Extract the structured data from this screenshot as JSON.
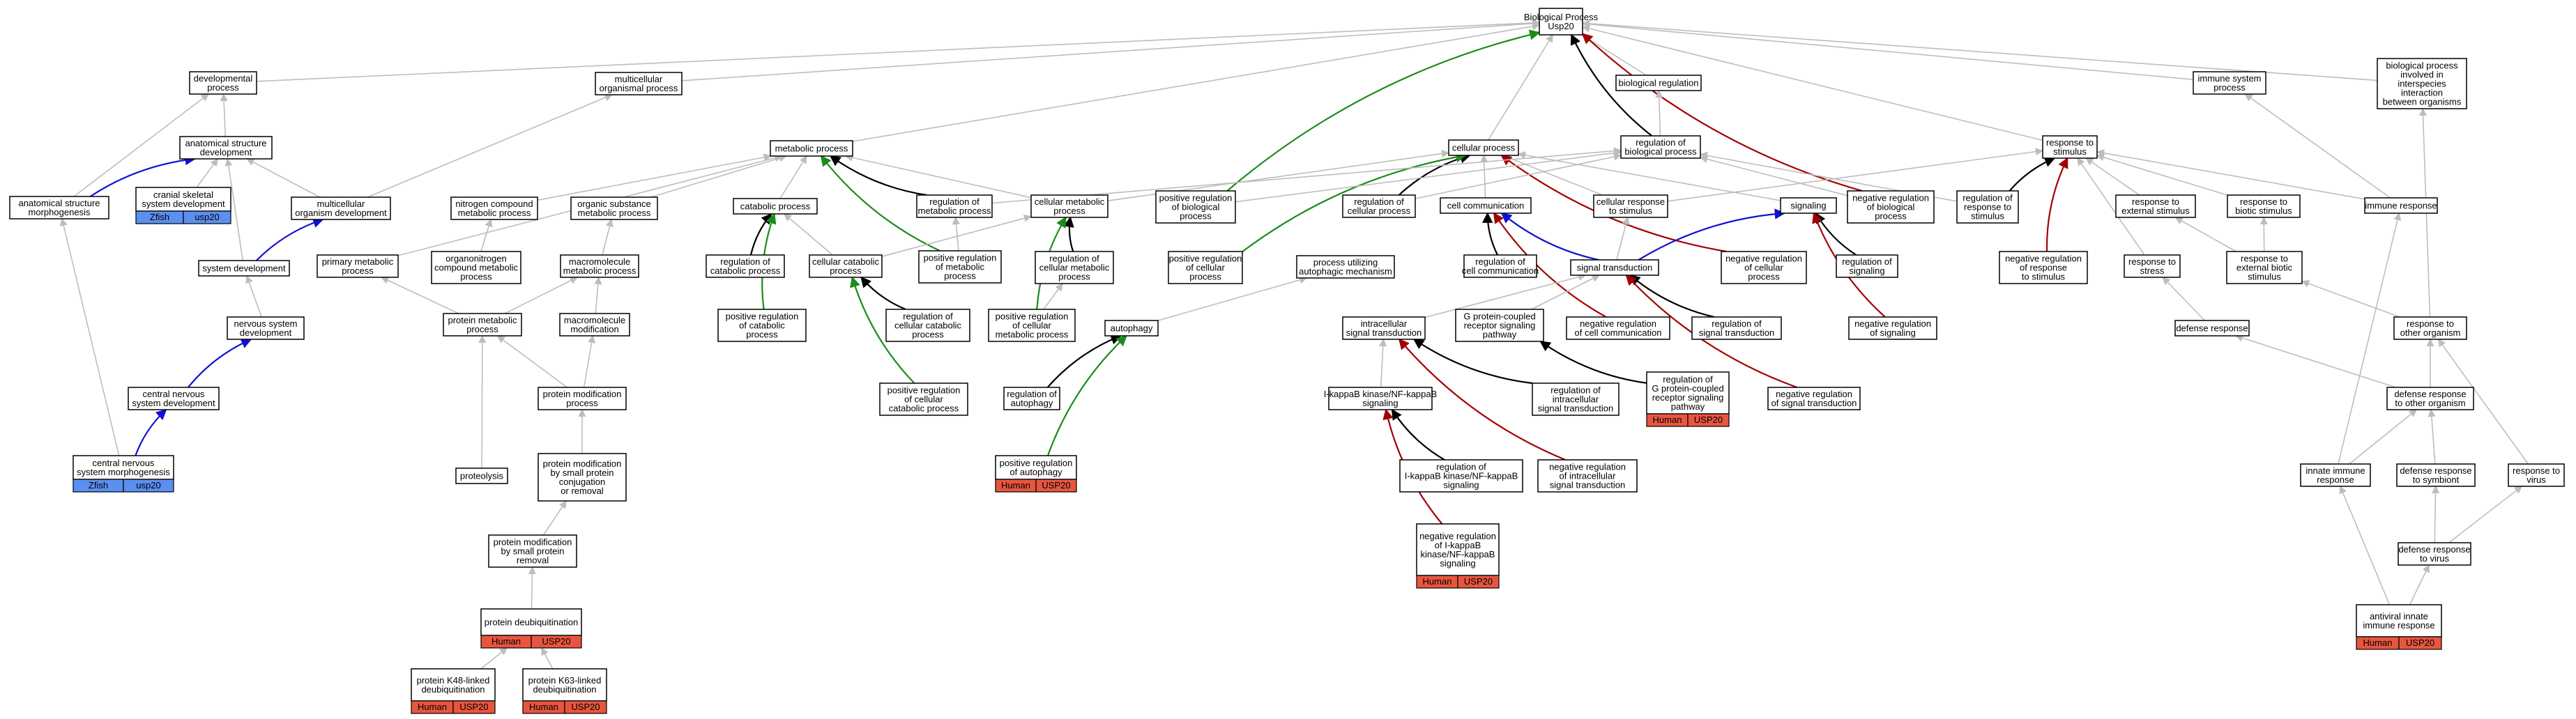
{
  "graph": {
    "root": "Biological Process",
    "root_gene": "Usp20",
    "colors": {
      "is_a_edge": "#bdbdbd",
      "regulates_edge": "#000000",
      "positively_regulates_edge": "#1a8c1a",
      "negatively_regulates_edge": "#a40000",
      "part_of_edge": "#1010d0",
      "human_annotation": "#e8553f",
      "zfish_annotation": "#5b8ff0"
    },
    "nodes": [
      {
        "id": "bp",
        "label": "Biological Process\nUsp20"
      },
      {
        "id": "dev",
        "label": "developmental\nprocess"
      },
      {
        "id": "mop",
        "label": "multicellular\norganismal process"
      },
      {
        "id": "breg",
        "label": "biological regulation"
      },
      {
        "id": "isp",
        "label": "immune system\nprocess"
      },
      {
        "id": "bpi",
        "label": "biological process\ninvolved in\ninterspecies\ninteraction\nbetween organisms"
      },
      {
        "id": "asd",
        "label": "anatomical structure\ndevelopment"
      },
      {
        "id": "metp",
        "label": "metabolic process"
      },
      {
        "id": "cellp",
        "label": "cellular process"
      },
      {
        "id": "rbp",
        "label": "regulation of\nbiological process"
      },
      {
        "id": "rts",
        "label": "response to\nstimulus"
      },
      {
        "id": "asm",
        "label": "anatomical structure\nmorphogenesis"
      },
      {
        "id": "csd",
        "label": "cranial skeletal\nsystem development"
      },
      {
        "id": "mod",
        "label": "multicellular\norganism development"
      },
      {
        "id": "ncmp",
        "label": "nitrogen compound\nmetabolic process"
      },
      {
        "id": "osmp",
        "label": "organic substance\nmetabolic process"
      },
      {
        "id": "catp",
        "label": "catabolic process"
      },
      {
        "id": "rmp",
        "label": "regulation of\nmetabolic process"
      },
      {
        "id": "cmp",
        "label": "cellular metabolic\nprocess"
      },
      {
        "id": "prbp",
        "label": "positive regulation\nof biological\nprocess"
      },
      {
        "id": "rcp",
        "label": "regulation of\ncellular process"
      },
      {
        "id": "ccom",
        "label": "cell communication"
      },
      {
        "id": "crs",
        "label": "cellular response\nto stimulus"
      },
      {
        "id": "sig",
        "label": "signaling"
      },
      {
        "id": "nrbp",
        "label": "negative regulation\nof biological\nprocess"
      },
      {
        "id": "rrs",
        "label": "regulation of\nresponse to\nstimulus"
      },
      {
        "id": "rtes",
        "label": "response to\nexternal stimulus"
      },
      {
        "id": "rtbs",
        "label": "response to\nbiotic stimulus"
      },
      {
        "id": "imr",
        "label": "immune response"
      },
      {
        "id": "sysd",
        "label": "system development"
      },
      {
        "id": "pmp",
        "label": "primary metabolic\nprocess"
      },
      {
        "id": "oncmp",
        "label": "organonitrogen\ncompound metabolic\nprocess"
      },
      {
        "id": "mmp",
        "label": "macromolecule\nmetabolic process"
      },
      {
        "id": "rcatp",
        "label": "regulation of\ncatabolic process"
      },
      {
        "id": "ccatp",
        "label": "cellular catabolic\nprocess"
      },
      {
        "id": "prmp",
        "label": "positive regulation\nof metabolic\nprocess"
      },
      {
        "id": "rcmp",
        "label": "regulation of\ncellular metabolic\nprocess"
      },
      {
        "id": "prcp",
        "label": "positive regulation\nof cellular\nprocess"
      },
      {
        "id": "puam",
        "label": "process utilizing\nautophagic mechanism"
      },
      {
        "id": "rcc",
        "label": "regulation of\ncell communication"
      },
      {
        "id": "st",
        "label": "signal transduction"
      },
      {
        "id": "nrcp",
        "label": "negative regulation\nof cellular\nprocess"
      },
      {
        "id": "rsig",
        "label": "regulation of\nsignaling"
      },
      {
        "id": "nrrs",
        "label": "negative regulation\nof response\nto stimulus"
      },
      {
        "id": "rtstress",
        "label": "response to\nstress"
      },
      {
        "id": "rebs",
        "label": "response to\nexternal biotic\nstimulus"
      },
      {
        "id": "nsd",
        "label": "nervous system\ndevelopment"
      },
      {
        "id": "protmp",
        "label": "protein metabolic\nprocess"
      },
      {
        "id": "mmod",
        "label": "macromolecule\nmodification"
      },
      {
        "id": "prcatp",
        "label": "positive regulation\nof catabolic\nprocess"
      },
      {
        "id": "rccatp",
        "label": "regulation of\ncellular catabolic\nprocess"
      },
      {
        "id": "prcmp",
        "label": "positive regulation\nof cellular\nmetabolic process"
      },
      {
        "id": "autoph",
        "label": "autophagy"
      },
      {
        "id": "gpcr",
        "label": "G protein-coupled\nreceptor signaling\npathway"
      },
      {
        "id": "nrcc",
        "label": "negative regulation\nof cell communication"
      },
      {
        "id": "rst",
        "label": "regulation of\nsignal transduction"
      },
      {
        "id": "nrsig",
        "label": "negative regulation\nof signaling"
      },
      {
        "id": "defr",
        "label": "defense response"
      },
      {
        "id": "rtoo",
        "label": "response to\nother organism"
      },
      {
        "id": "ist",
        "label": "intracellular\nsignal transduction"
      },
      {
        "id": "cnsd",
        "label": "central nervous\nsystem development"
      },
      {
        "id": "pmod",
        "label": "protein modification\nprocess"
      },
      {
        "id": "prccatp",
        "label": "positive regulation\nof cellular\ncatabolic process"
      },
      {
        "id": "raut",
        "label": "regulation of\nautophagy"
      },
      {
        "id": "ikb",
        "label": "I-kappaB kinase/NF-kappaB\nsignaling"
      },
      {
        "id": "rist",
        "label": "regulation of\nintracellular\nsignal transduction"
      },
      {
        "id": "rgpcr",
        "label": "regulation of\nG protein-coupled\nreceptor signaling\npathway"
      },
      {
        "id": "nrst",
        "label": "negative regulation\nof signal transduction"
      },
      {
        "id": "drts",
        "label": "defense response\nto other organism"
      },
      {
        "id": "cnsm",
        "label": "central nervous\nsystem morphogenesis"
      },
      {
        "id": "pmsp",
        "label": "protein modification\nby small protein\nconjugation\nor removal"
      },
      {
        "id": "praut",
        "label": "positive regulation\nof autophagy"
      },
      {
        "id": "proteo",
        "label": "proteolysis"
      },
      {
        "id": "rikb",
        "label": "regulation of\nI-kappaB kinase/NF-kappaB\nsignaling"
      },
      {
        "id": "nrist",
        "label": "negative regulation\nof intracellular\nsignal transduction"
      },
      {
        "id": "iir",
        "label": "innate immune\nresponse"
      },
      {
        "id": "drsym",
        "label": "defense response\nto symbiont"
      },
      {
        "id": "rtv",
        "label": "response to\nvirus"
      },
      {
        "id": "pmspr",
        "label": "protein modification\nby small protein\nremoval"
      },
      {
        "id": "nrikb",
        "label": "negative regulation\nof I-kappaB\nkinase/NF-kappaB\nsignaling"
      },
      {
        "id": "drv",
        "label": "defense response\nto virus"
      },
      {
        "id": "pdeub",
        "label": "protein deubiquitination"
      },
      {
        "id": "aiir",
        "label": "antiviral innate\nimmune response"
      },
      {
        "id": "k48",
        "label": "protein K48-linked\ndeubiquitination"
      },
      {
        "id": "k63",
        "label": "protein K63-linked\ndeubiquitination"
      }
    ],
    "annotations": [
      {
        "node": "csd",
        "species": "Zfish",
        "gene": "usp20",
        "type": "zfish"
      },
      {
        "node": "cnsm",
        "species": "Zfish",
        "gene": "usp20",
        "type": "zfish"
      },
      {
        "node": "praut",
        "species": "Human",
        "gene": "USP20",
        "type": "human"
      },
      {
        "node": "rgpcr",
        "species": "Human",
        "gene": "USP20",
        "type": "human"
      },
      {
        "node": "nrikb",
        "species": "Human",
        "gene": "USP20",
        "type": "human"
      },
      {
        "node": "pdeub",
        "species": "Human",
        "gene": "USP20",
        "type": "human"
      },
      {
        "node": "k48",
        "species": "Human",
        "gene": "USP20",
        "type": "human"
      },
      {
        "node": "k63",
        "species": "Human",
        "gene": "USP20",
        "type": "human"
      },
      {
        "node": "aiir",
        "species": "Human",
        "gene": "USP20",
        "type": "human"
      }
    ],
    "edges": [
      {
        "from": "dev",
        "to": "bp",
        "type": "is_a"
      },
      {
        "from": "mop",
        "to": "bp",
        "type": "is_a"
      },
      {
        "from": "breg",
        "to": "bp",
        "type": "is_a"
      },
      {
        "from": "isp",
        "to": "bp",
        "type": "is_a"
      },
      {
        "from": "bpi",
        "to": "bp",
        "type": "is_a"
      },
      {
        "from": "cellp",
        "to": "bp",
        "type": "is_a"
      },
      {
        "from": "rts",
        "to": "bp",
        "type": "is_a"
      },
      {
        "from": "metp",
        "to": "bp",
        "type": "is_a"
      },
      {
        "from": "rbp",
        "to": "bp",
        "type": "regulates"
      },
      {
        "from": "nrbp",
        "to": "bp",
        "type": "negatively_regulates"
      },
      {
        "from": "prbp",
        "to": "bp",
        "type": "positively_regulates"
      },
      {
        "from": "rbp",
        "to": "breg",
        "type": "is_a"
      },
      {
        "from": "asd",
        "to": "dev",
        "type": "is_a"
      },
      {
        "from": "asm",
        "to": "dev",
        "type": "is_a"
      },
      {
        "from": "mod",
        "to": "mop",
        "type": "is_a"
      },
      {
        "from": "mod",
        "to": "asd",
        "type": "is_a"
      },
      {
        "from": "asm",
        "to": "asd",
        "type": "part_of"
      },
      {
        "from": "csd",
        "to": "asd",
        "type": "is_a"
      },
      {
        "from": "sysd",
        "to": "asd",
        "type": "is_a"
      },
      {
        "from": "sysd",
        "to": "mod",
        "type": "part_of"
      },
      {
        "from": "nsd",
        "to": "sysd",
        "type": "is_a"
      },
      {
        "from": "cnsd",
        "to": "nsd",
        "type": "part_of"
      },
      {
        "from": "cnsm",
        "to": "cnsd",
        "type": "part_of"
      },
      {
        "from": "cnsm",
        "to": "asm",
        "type": "is_a"
      },
      {
        "from": "ncmp",
        "to": "metp",
        "type": "is_a"
      },
      {
        "from": "osmp",
        "to": "metp",
        "type": "is_a"
      },
      {
        "from": "catp",
        "to": "metp",
        "type": "is_a"
      },
      {
        "from": "rmp",
        "to": "metp",
        "type": "regulates"
      },
      {
        "from": "prmp",
        "to": "metp",
        "type": "positively_regulates"
      },
      {
        "from": "cmp",
        "to": "metp",
        "type": "is_a"
      },
      {
        "from": "cmp",
        "to": "cellp",
        "type": "is_a"
      },
      {
        "from": "rcp",
        "to": "cellp",
        "type": "regulates"
      },
      {
        "from": "ccom",
        "to": "cellp",
        "type": "is_a"
      },
      {
        "from": "crs",
        "to": "cellp",
        "type": "is_a"
      },
      {
        "from": "prcp",
        "to": "cellp",
        "type": "positively_regulates"
      },
      {
        "from": "nrcp",
        "to": "cellp",
        "type": "negatively_regulates"
      },
      {
        "from": "sig",
        "to": "cellp",
        "type": "is_a"
      },
      {
        "from": "rcp",
        "to": "rbp",
        "type": "is_a"
      },
      {
        "from": "rmp",
        "to": "rbp",
        "type": "is_a"
      },
      {
        "from": "prbp",
        "to": "rbp",
        "type": "is_a"
      },
      {
        "from": "nrbp",
        "to": "rbp",
        "type": "is_a"
      },
      {
        "from": "rrs",
        "to": "rbp",
        "type": "is_a"
      },
      {
        "from": "rrs",
        "to": "rts",
        "type": "regulates"
      },
      {
        "from": "nrrs",
        "to": "rts",
        "type": "negatively_regulates"
      },
      {
        "from": "rtes",
        "to": "rts",
        "type": "is_a"
      },
      {
        "from": "rtbs",
        "to": "rts",
        "type": "is_a"
      },
      {
        "from": "rtstress",
        "to": "rts",
        "type": "is_a"
      },
      {
        "from": "crs",
        "to": "rts",
        "type": "is_a"
      },
      {
        "from": "imr",
        "to": "isp",
        "type": "is_a"
      },
      {
        "from": "rtoo",
        "to": "bpi",
        "type": "is_a"
      },
      {
        "from": "pmp",
        "to": "metp",
        "type": "is_a"
      },
      {
        "from": "oncmp",
        "to": "ncmp",
        "type": "is_a"
      },
      {
        "from": "mmp",
        "to": "osmp",
        "type": "is_a"
      },
      {
        "from": "rcatp",
        "to": "catp",
        "type": "regulates"
      },
      {
        "from": "prcatp",
        "to": "catp",
        "type": "positively_regulates"
      },
      {
        "from": "ccatp",
        "to": "catp",
        "type": "is_a"
      },
      {
        "from": "prmp",
        "to": "rmp",
        "type": "is_a"
      },
      {
        "from": "rcmp",
        "to": "cmp",
        "type": "regulates"
      },
      {
        "from": "prcmp",
        "to": "cmp",
        "type": "positively_regulates"
      },
      {
        "from": "st",
        "to": "ccom",
        "type": "part_of"
      },
      {
        "from": "rcc",
        "to": "ccom",
        "type": "regulates"
      },
      {
        "from": "nrcc",
        "to": "ccom",
        "type": "negatively_regulates"
      },
      {
        "from": "st",
        "to": "crs",
        "type": "is_a"
      },
      {
        "from": "st",
        "to": "sig",
        "type": "part_of"
      },
      {
        "from": "rsig",
        "to": "sig",
        "type": "regulates"
      },
      {
        "from": "nrsig",
        "to": "sig",
        "type": "negatively_regulates"
      },
      {
        "from": "imr",
        "to": "rts",
        "type": "is_a"
      },
      {
        "from": "rebs",
        "to": "rtbs",
        "type": "is_a"
      },
      {
        "from": "rebs",
        "to": "rtes",
        "type": "is_a"
      },
      {
        "from": "defr",
        "to": "rtstress",
        "type": "is_a"
      },
      {
        "from": "rtoo",
        "to": "rebs",
        "type": "is_a"
      },
      {
        "from": "protmp",
        "to": "pmp",
        "type": "is_a"
      },
      {
        "from": "protmp",
        "to": "mmp",
        "type": "is_a"
      },
      {
        "from": "mmod",
        "to": "mmp",
        "type": "is_a"
      },
      {
        "from": "ccatp",
        "to": "cmp",
        "type": "is_a"
      },
      {
        "from": "rccatp",
        "to": "ccatp",
        "type": "regulates"
      },
      {
        "from": "prccatp",
        "to": "ccatp",
        "type": "positively_regulates"
      },
      {
        "from": "prcmp",
        "to": "rcmp",
        "type": "is_a"
      },
      {
        "from": "autoph",
        "to": "puam",
        "type": "is_a"
      },
      {
        "from": "raut",
        "to": "autoph",
        "type": "regulates"
      },
      {
        "from": "praut",
        "to": "autoph",
        "type": "positively_regulates"
      },
      {
        "from": "gpcr",
        "to": "st",
        "type": "is_a"
      },
      {
        "from": "ist",
        "to": "st",
        "type": "is_a"
      },
      {
        "from": "rst",
        "to": "st",
        "type": "regulates"
      },
      {
        "from": "nrst",
        "to": "st",
        "type": "negatively_regulates"
      },
      {
        "from": "rgpcr",
        "to": "gpcr",
        "type": "regulates"
      },
      {
        "from": "rist",
        "to": "ist",
        "type": "regulates"
      },
      {
        "from": "nrist",
        "to": "ist",
        "type": "negatively_regulates"
      },
      {
        "from": "rikb",
        "to": "ikb",
        "type": "regulates"
      },
      {
        "from": "nrikb",
        "to": "ikb",
        "type": "negatively_regulates"
      },
      {
        "from": "ikb",
        "to": "ist",
        "type": "is_a"
      },
      {
        "from": "pmod",
        "to": "protmp",
        "type": "is_a"
      },
      {
        "from": "pmod",
        "to": "mmod",
        "type": "is_a"
      },
      {
        "from": "pmsp",
        "to": "pmod",
        "type": "is_a"
      },
      {
        "from": "pmspr",
        "to": "pmsp",
        "type": "is_a"
      },
      {
        "from": "pdeub",
        "to": "pmspr",
        "type": "is_a"
      },
      {
        "from": "k48",
        "to": "pdeub",
        "type": "is_a"
      },
      {
        "from": "k63",
        "to": "pdeub",
        "type": "is_a"
      },
      {
        "from": "proteo",
        "to": "protmp",
        "type": "is_a"
      },
      {
        "from": "drts",
        "to": "defr",
        "type": "is_a"
      },
      {
        "from": "drts",
        "to": "rtoo",
        "type": "is_a"
      },
      {
        "from": "iir",
        "to": "imr",
        "type": "is_a"
      },
      {
        "from": "iir",
        "to": "drts",
        "type": "is_a"
      },
      {
        "from": "drsym",
        "to": "drts",
        "type": "is_a"
      },
      {
        "from": "rtv",
        "to": "rtoo",
        "type": "is_a"
      },
      {
        "from": "drv",
        "to": "drsym",
        "type": "is_a"
      },
      {
        "from": "drv",
        "to": "rtv",
        "type": "is_a"
      },
      {
        "from": "aiir",
        "to": "drv",
        "type": "is_a"
      },
      {
        "from": "aiir",
        "to": "iir",
        "type": "is_a"
      }
    ]
  }
}
